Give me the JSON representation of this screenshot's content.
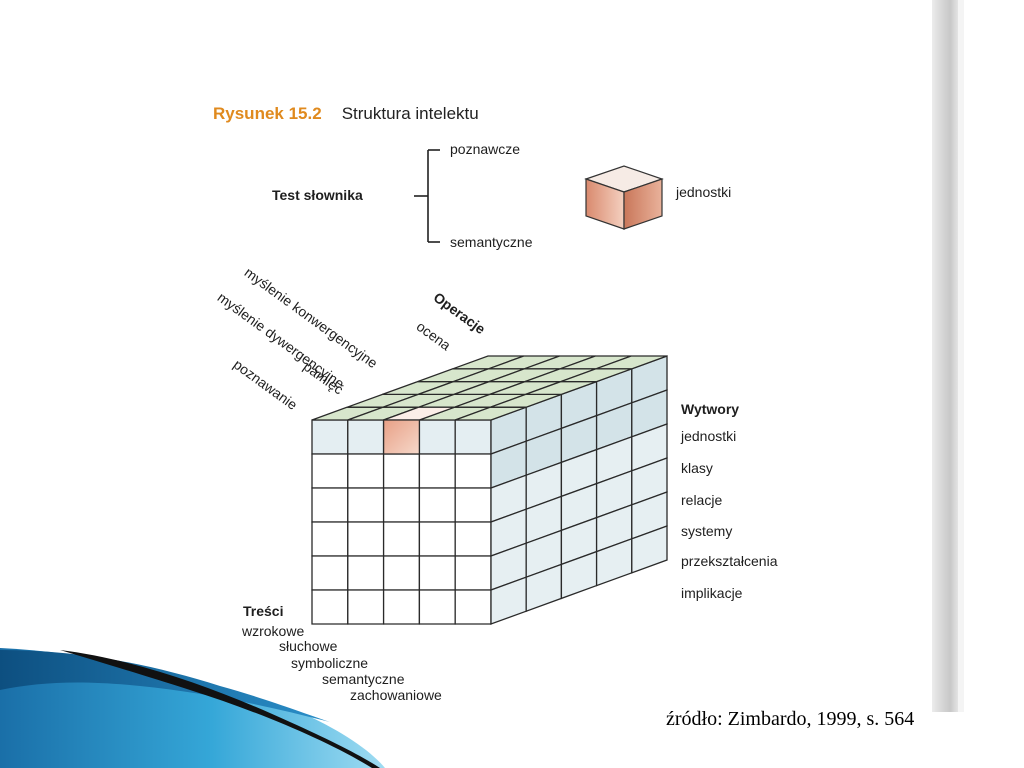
{
  "figure": {
    "number": "Rysunek 15.2",
    "title": "Struktura intelektu"
  },
  "test": {
    "label": "Test słownika",
    "upper": "poznawcze",
    "lower": "semantyczne",
    "unit_label": "jednostki"
  },
  "operacje": {
    "heading": "Operacje",
    "items": [
      "ocena",
      "myślenie konwergencyjne",
      "myślenie dywergencyjne",
      "pamięć",
      "poznawanie"
    ]
  },
  "wytwory": {
    "heading": "Wytwory",
    "items": [
      "jednostki",
      "klasy",
      "relacje",
      "systemy",
      "przekształcenia",
      "implikacje"
    ]
  },
  "tresci": {
    "heading": "Treści",
    "items": [
      "wzrokowe",
      "słuchowe",
      "symboliczne",
      "semantyczne",
      "zachowaniowe"
    ]
  },
  "source": "źródło: Zimbardo, 1999, s. 564",
  "colors": {
    "accent_title": "#e08a1e",
    "top_face": "#d7e6cc",
    "right_face": "#d3e3e8",
    "highlight": "#e0a388",
    "slide_blue": "#1f7ab3"
  }
}
